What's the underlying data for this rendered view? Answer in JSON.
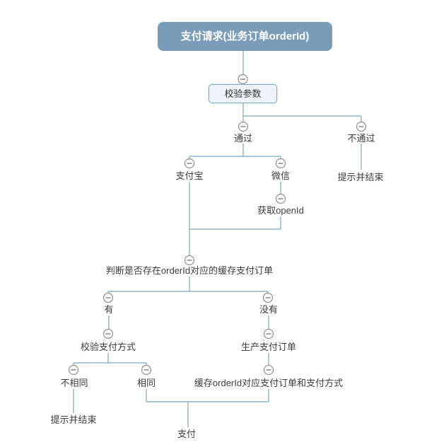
{
  "colors": {
    "root_bg": "#7A9CB8",
    "root_text": "#FFFFFF",
    "connector_line": "#7BA2BF",
    "selected_node_border": "#82A9C8",
    "selected_node_bg": "#EDF3F9",
    "node_text": "#3C3C3C",
    "collapse_circle_stroke": "#8F8F8F",
    "collapse_minus": "#666666"
  },
  "icons": {
    "collapse": "minus-circle"
  },
  "nodes": {
    "root": "支付请求(业务订单orderId)",
    "validate_params": "校验参数",
    "pass": "通过",
    "fail": "不通过",
    "fail_end": "提示并结束",
    "alipay": "支付宝",
    "wechat": "微信",
    "get_openid": "获取openId",
    "check_cached_order": "判断是否存在orderId对应的缓存支付订单",
    "has": "有",
    "has_not": "没有",
    "verify_pay_method": "校验支付方式",
    "create_pay_order": "生产支付订单",
    "not_same": "不相同",
    "same": "相同",
    "cache_order": "缓存orderId对应支付订单和支付方式",
    "not_same_end": "提示并结束",
    "pay": "支付"
  }
}
